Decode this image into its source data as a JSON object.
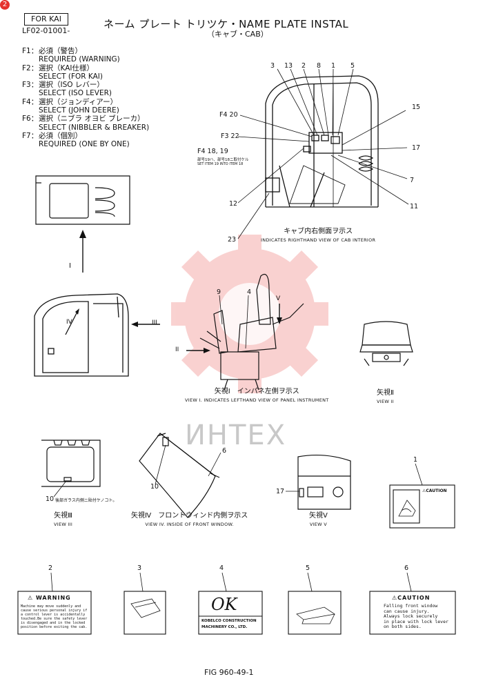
{
  "header": {
    "page_badge": "2",
    "model_box": "FOR KAI",
    "part_code": "LF02-01001-",
    "title": "ネーム プレート トリツケ・NAME PLATE INSTAL",
    "subtitle": "（キャブ・CAB）"
  },
  "legend": [
    {
      "key": "F1：",
      "jp": "必須（警告）",
      "en": "REQUIRED (WARNING)"
    },
    {
      "key": "F2：",
      "jp": "選択（KAI仕様）",
      "en": "SELECT (FOR KAI)"
    },
    {
      "key": "F3：",
      "jp": "選択（ISO レバー）",
      "en": "SELECT (ISO LEVER)"
    },
    {
      "key": "F4：",
      "jp": "選択（ジョンディアー）",
      "en": "SELECT (JOHN DEERE)"
    },
    {
      "key": "F6：",
      "jp": "選択（ニブラ オヨビ ブレーカ）",
      "en": "SELECT (NIBBLER & BREAKER)"
    },
    {
      "key": "F7：",
      "jp": "必須（個別）",
      "en": "REQUIRED (ONE BY ONE)"
    }
  ],
  "cab_view": {
    "top_numbers": [
      "3",
      "13",
      "2",
      "8",
      "1",
      "5"
    ],
    "f4_20": "F4 20",
    "f3_22": "F3 22",
    "f4_18_19": "F4 18, 19",
    "note_jp": "部号19ハ、部号18ニ取付ケル",
    "note_en": "SET ITEM 19 INTO ITEM 18",
    "right_numbers": [
      "15",
      "17",
      "7",
      "11"
    ],
    "left_numbers": [
      "12",
      "23"
    ],
    "caption_jp": "キャブ内右側面ヲ示ス",
    "caption_en": "INDICATES RIGHTHAND VIEW OF CAB INTERIOR"
  },
  "arrows": {
    "i": "I",
    "ii": "II",
    "iii": "III",
    "iv": "IV",
    "v": "V"
  },
  "panel_view": {
    "numbers": [
      "9",
      "4"
    ],
    "caption_jp": "矢視Ⅰ　インパネ左側ヲ示ス",
    "caption_en": "VIEW I. INDICATES LEFTHAND VIEW OF PANEL INSTRUMENT"
  },
  "view2": {
    "jp": "矢視Ⅱ",
    "en": "VIEW II"
  },
  "view3": {
    "number": "10",
    "note": "後部ガラス内側ニ貼付ケノコト。",
    "jp": "矢視Ⅲ",
    "en": "VIEW III"
  },
  "view4": {
    "numbers": [
      "6",
      "10"
    ],
    "jp": "矢視Ⅳ　フロントウィンド内側ヲ示ス",
    "en": "VIEW IV.  INSIDE OF FRONT WINDOW."
  },
  "view5": {
    "number": "17",
    "jp": "矢視Ⅴ",
    "en": "VIEW V"
  },
  "plates": {
    "p1": {
      "number": "1",
      "head": "⚠CAUTION"
    },
    "p2": {
      "number": "2",
      "head": "⚠ WARNING",
      "lines": [
        "Machine may move suddenly and",
        "cause serious personal injury if",
        "a control lever is accidentally",
        "touched.Be sure the safety lever",
        "is disengaged and in the locked",
        "position before exiting the cab."
      ]
    },
    "p3": {
      "number": "3"
    },
    "p4": {
      "number": "4",
      "mark": "OK",
      "maker": "KOBELCO CONSTRUCTION",
      "maker2": "MACHINERY CO., LTD."
    },
    "p5": {
      "number": "5"
    },
    "p6": {
      "number": "6",
      "head": "⚠CAUTION",
      "lines": [
        "Falling front window",
        "can cause injury.",
        "Always lock securely",
        "in place with lock lever",
        "on both sides."
      ]
    }
  },
  "watermark": "ИНТЕХ",
  "figure_number": "FIG 960-49-1"
}
